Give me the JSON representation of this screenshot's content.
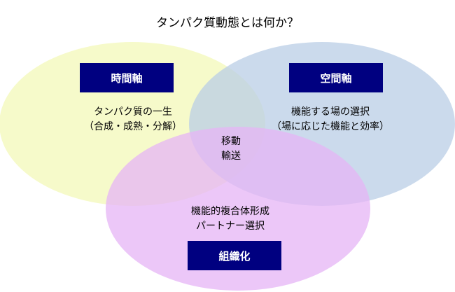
{
  "title": "タンパク質動態とは何か？",
  "colors": {
    "time_circle": "#f3f8b8",
    "space_circle": "#b9cde6",
    "org_circle": "#e5b4f5",
    "label_box": "#000080",
    "label_text": "#ffffff"
  },
  "circles": {
    "time": {
      "label": "時間軸",
      "line1": "タンパク質の一生",
      "line2": "（合成・成熟・分解）"
    },
    "space": {
      "label": "空間軸",
      "line1": "機能する場の選択",
      "line2": "（場に応じた機能と効率）"
    },
    "organization": {
      "label": "組織化",
      "line1": "機能的複合体形成",
      "line2": "パートナー選択"
    }
  },
  "intersection": {
    "line1": "移動",
    "line2": "輸送"
  }
}
